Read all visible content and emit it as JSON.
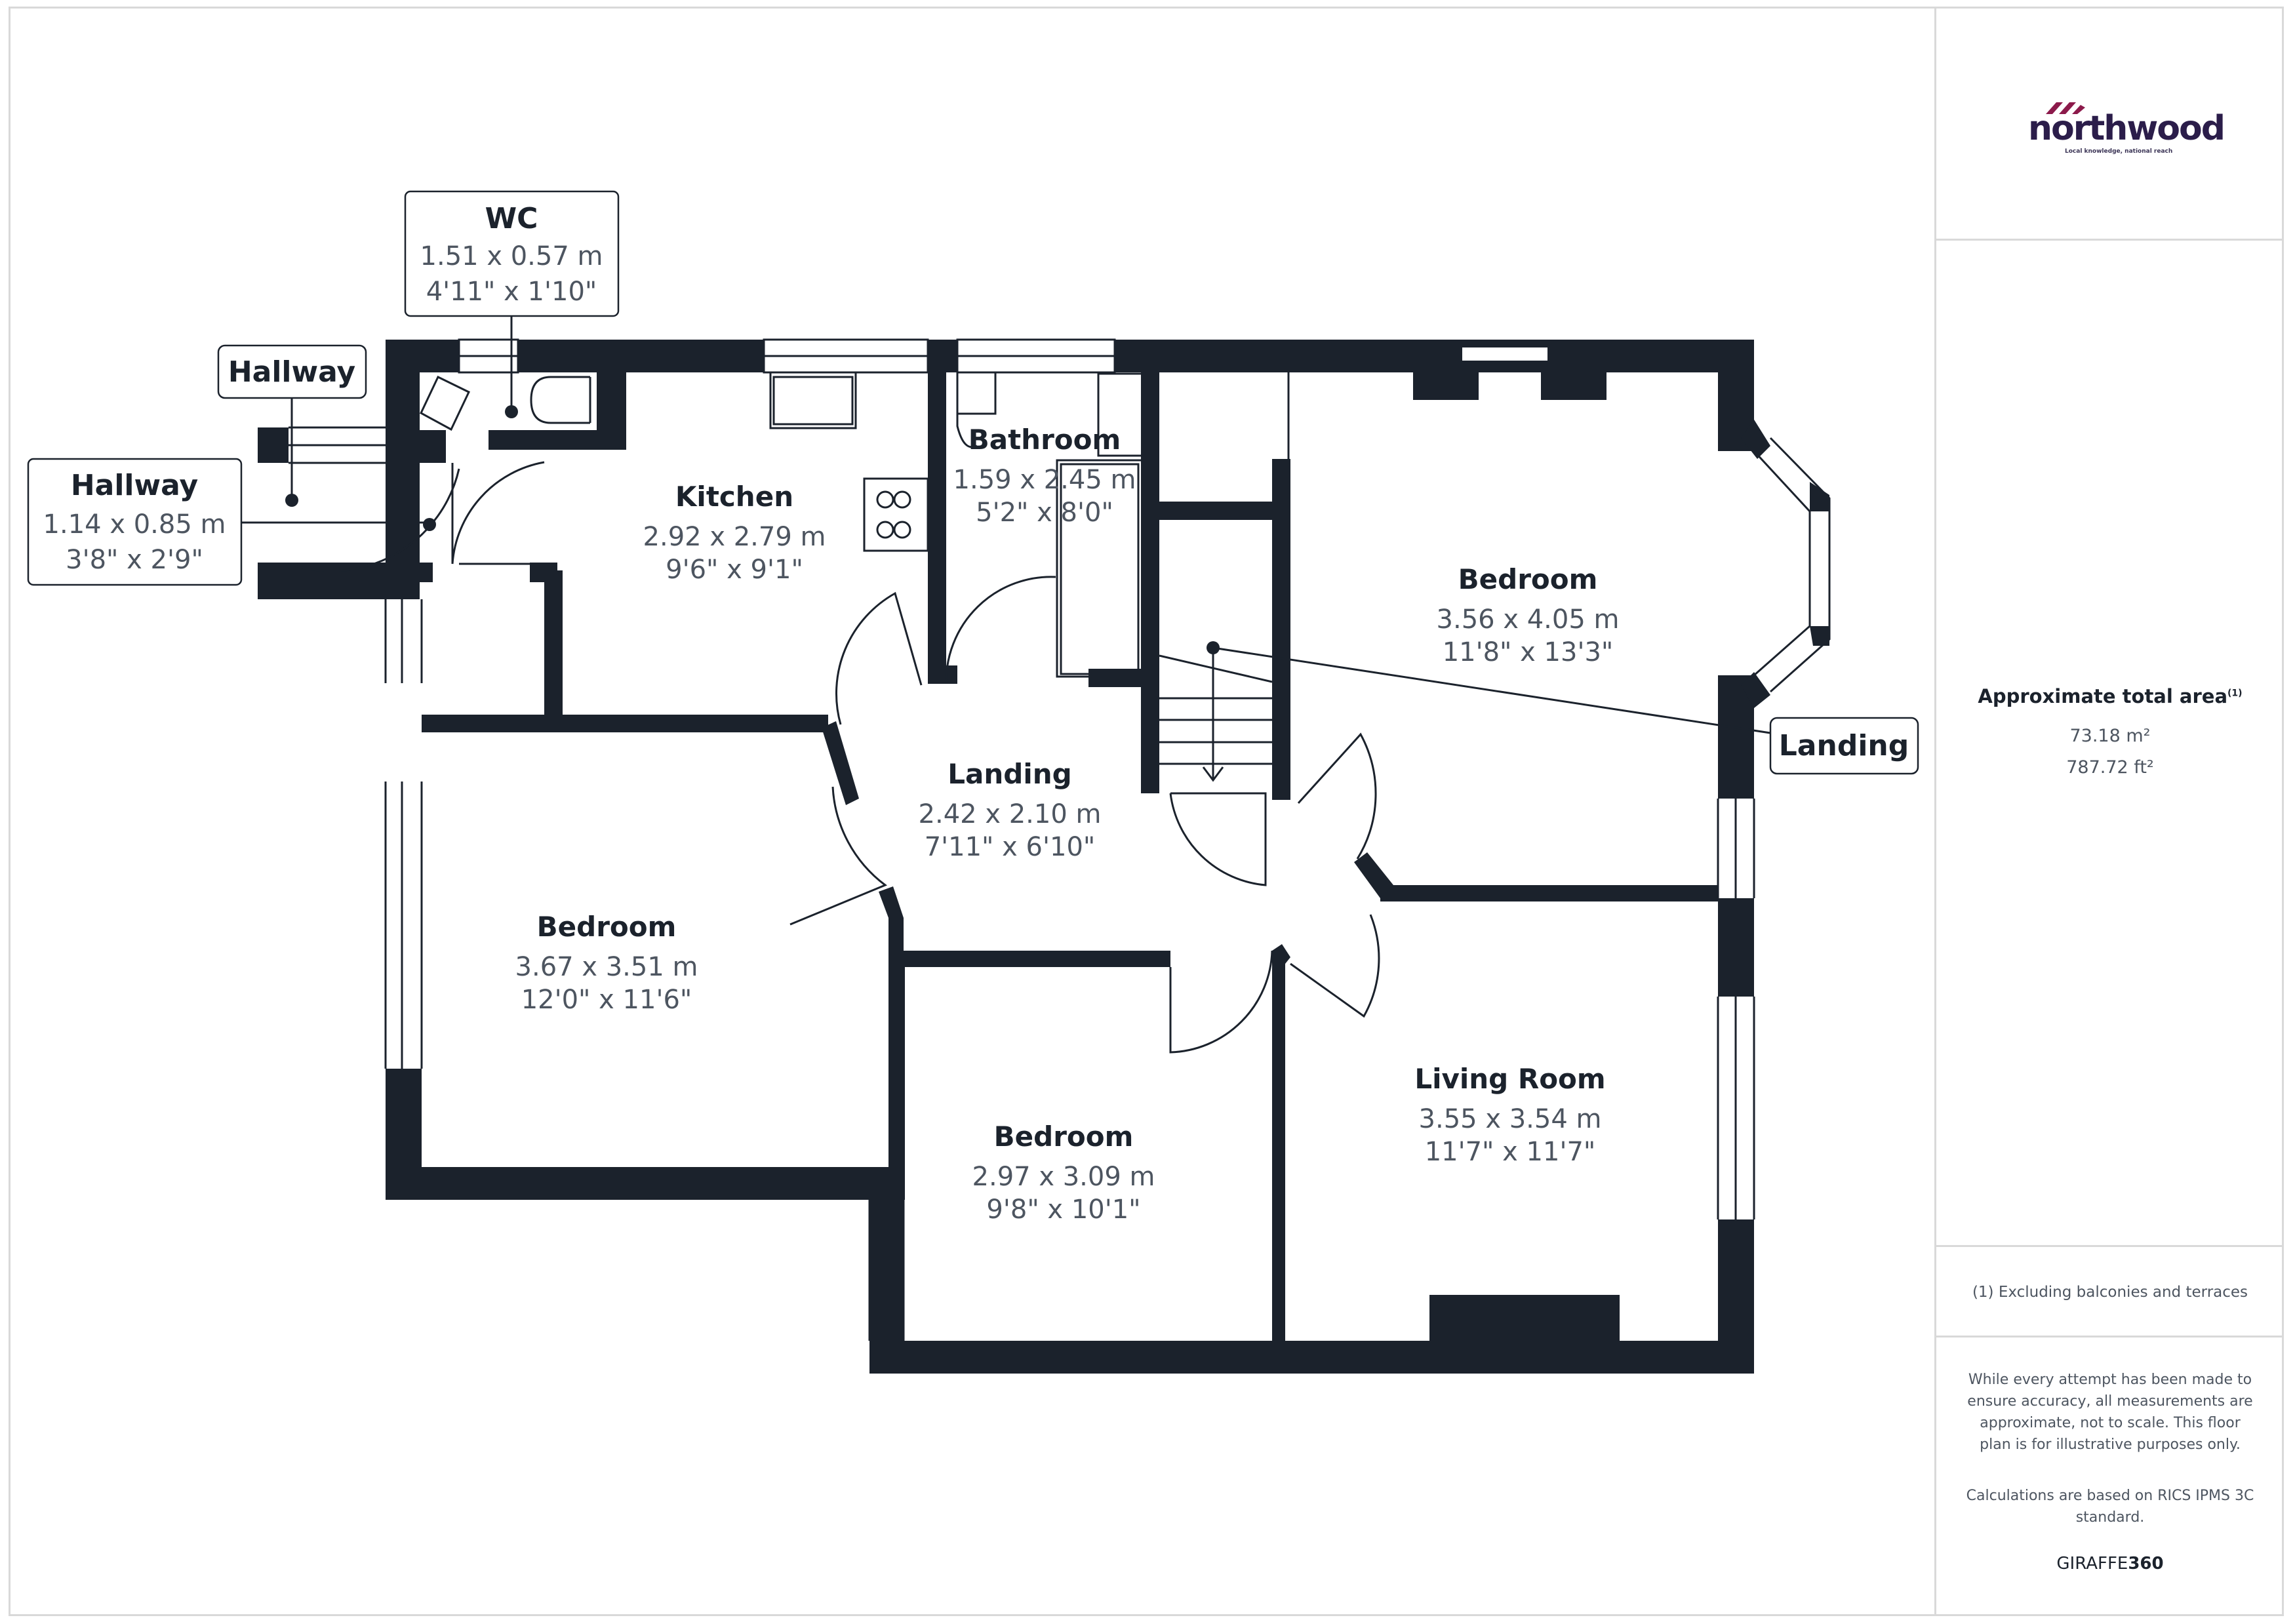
{
  "floorplan": {
    "rooms": [
      {
        "id": "kitchen",
        "name": "Kitchen",
        "metric": "2.92 x 2.79 m",
        "imperial": "9'6\" x 9'1\""
      },
      {
        "id": "bathroom",
        "name": "Bathroom",
        "metric": "1.59 x 2.45 m",
        "imperial": "5'2\" x 8'0\""
      },
      {
        "id": "bedroom-front",
        "name": "Bedroom",
        "metric": "3.56 x 4.05 m",
        "imperial": "11'8\" x 13'3\""
      },
      {
        "id": "landing",
        "name": "Landing",
        "metric": "2.42 x 2.10 m",
        "imperial": "7'11\" x 6'10\""
      },
      {
        "id": "bedroom-left",
        "name": "Bedroom",
        "metric": "3.67 x 3.51 m",
        "imperial": "12'0\" x 11'6\""
      },
      {
        "id": "bedroom-small",
        "name": "Bedroom",
        "metric": "2.97 x 3.09 m",
        "imperial": "9'8\" x 10'1\""
      },
      {
        "id": "living-room",
        "name": "Living Room",
        "metric": "3.55 x 3.54 m",
        "imperial": "11'7\" x 11'7\""
      }
    ],
    "callouts": [
      {
        "id": "wc",
        "name": "WC",
        "metric": "1.51 x 0.57 m",
        "imperial": "4'11\" x 1'10\""
      },
      {
        "id": "hallway-upper",
        "name": "Hallway"
      },
      {
        "id": "hallway-lower",
        "name": "Hallway",
        "metric": "1.14 x 0.85 m",
        "imperial": "3'8\" x 2'9\""
      },
      {
        "id": "landing-callout",
        "name": "Landing"
      }
    ],
    "colors": {
      "wall": "#1b222c",
      "text_dark": "#1b222c",
      "text_dim": "#4d5560",
      "frame": "#d9d9d9"
    }
  },
  "sidebar": {
    "logo": {
      "wordmark": "northwood",
      "tagline": "Local knowledge, national reach",
      "mark_color": "#8c1a4b",
      "text_color": "#2b1d4a"
    },
    "area": {
      "title": "Approximate total area",
      "footnote_marker": "(1)",
      "metric": "73.18 m²",
      "imperial": "787.72 ft²"
    },
    "footnote": "(1) Excluding balconies and terraces",
    "disclaimer": "While every attempt has been made to ensure accuracy, all measurements are approximate, not to scale. This floor plan is for illustrative purposes only.",
    "calculation_note": "Calculations are based on RICS IPMS 3C standard.",
    "brand": {
      "prefix": "GIRAFFE",
      "suffix": "360"
    }
  }
}
